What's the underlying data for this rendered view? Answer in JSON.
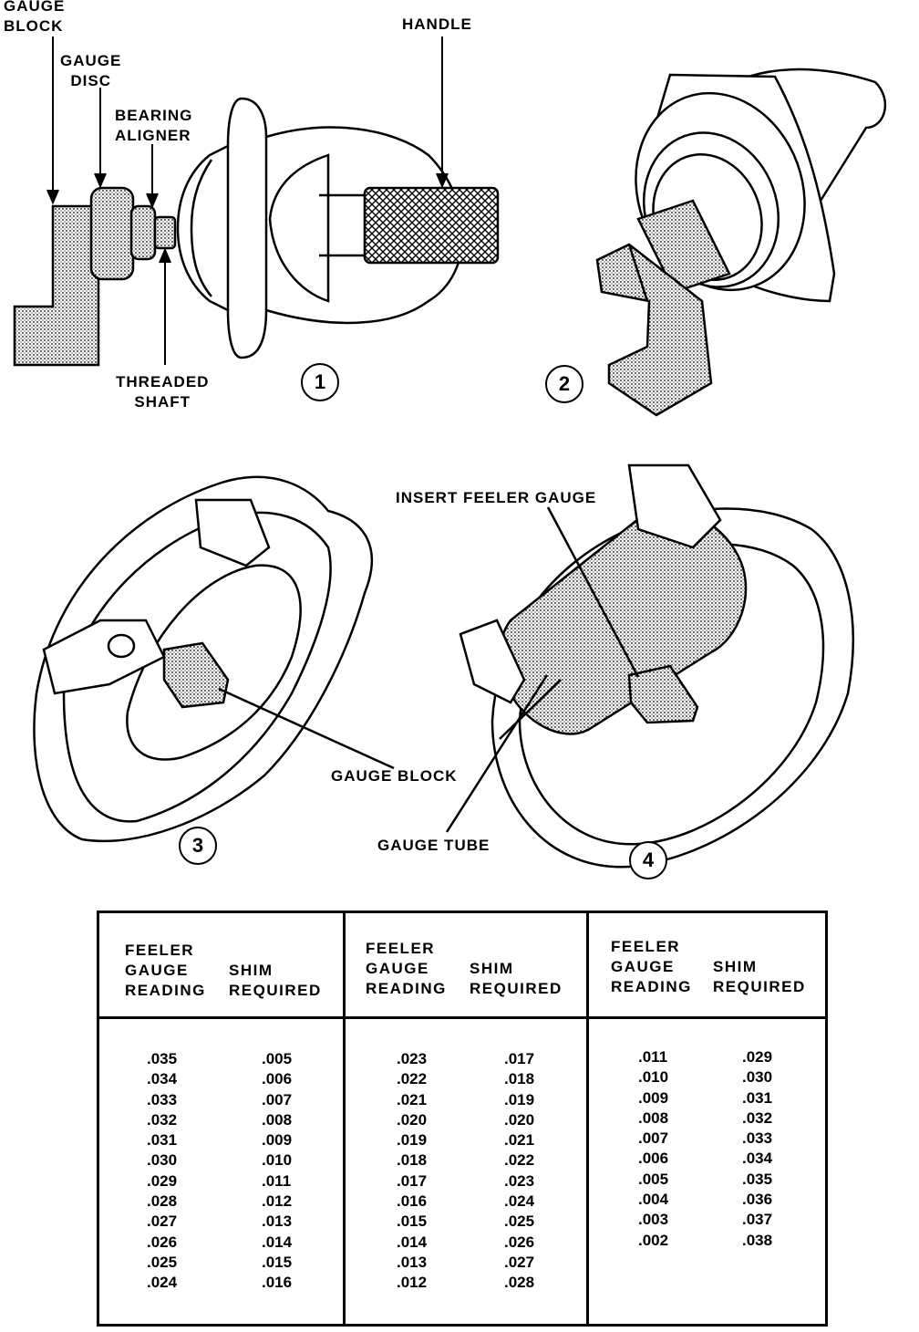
{
  "labels": {
    "gauge_block": "GAUGE\nBLOCK",
    "gauge_disc": "GAUGE\nDISC",
    "bearing_aligner": "BEARING\nALIGNER",
    "threaded_shaft": "THREADED\nSHAFT",
    "handle": "HANDLE",
    "insert_feeler_gauge": "INSERT FEELER GAUGE",
    "gauge_block_3": "GAUGE BLOCK",
    "gauge_tube": "GAUGE TUBE"
  },
  "step_numbers": [
    "1",
    "2",
    "3",
    "4"
  ],
  "table": {
    "header_reading": "FEELER\nGAUGE\nREADING",
    "header_shim": "SHIM\nREQUIRED",
    "columns": [
      {
        "readings": [
          ".035",
          ".034",
          ".033",
          ".032",
          ".031",
          ".030",
          ".029",
          ".028",
          ".027",
          ".026",
          ".025",
          ".024"
        ],
        "shims": [
          ".005",
          ".006",
          ".007",
          ".008",
          ".009",
          ".010",
          ".011",
          ".012",
          ".013",
          ".014",
          ".015",
          ".016"
        ]
      },
      {
        "readings": [
          ".023",
          ".022",
          ".021",
          ".020",
          ".019",
          ".018",
          ".017",
          ".016",
          ".015",
          ".014",
          ".013",
          ".012"
        ],
        "shims": [
          ".017",
          ".018",
          ".019",
          ".020",
          ".021",
          ".022",
          ".023",
          ".024",
          ".025",
          ".026",
          ".027",
          ".028"
        ]
      },
      {
        "readings": [
          ".011",
          ".010",
          ".009",
          ".008",
          ".007",
          ".006",
          ".005",
          ".004",
          ".003",
          ".002"
        ],
        "shims": [
          ".029",
          ".030",
          ".031",
          ".032",
          ".033",
          ".034",
          ".035",
          ".036",
          ".037",
          ".038"
        ]
      }
    ]
  }
}
